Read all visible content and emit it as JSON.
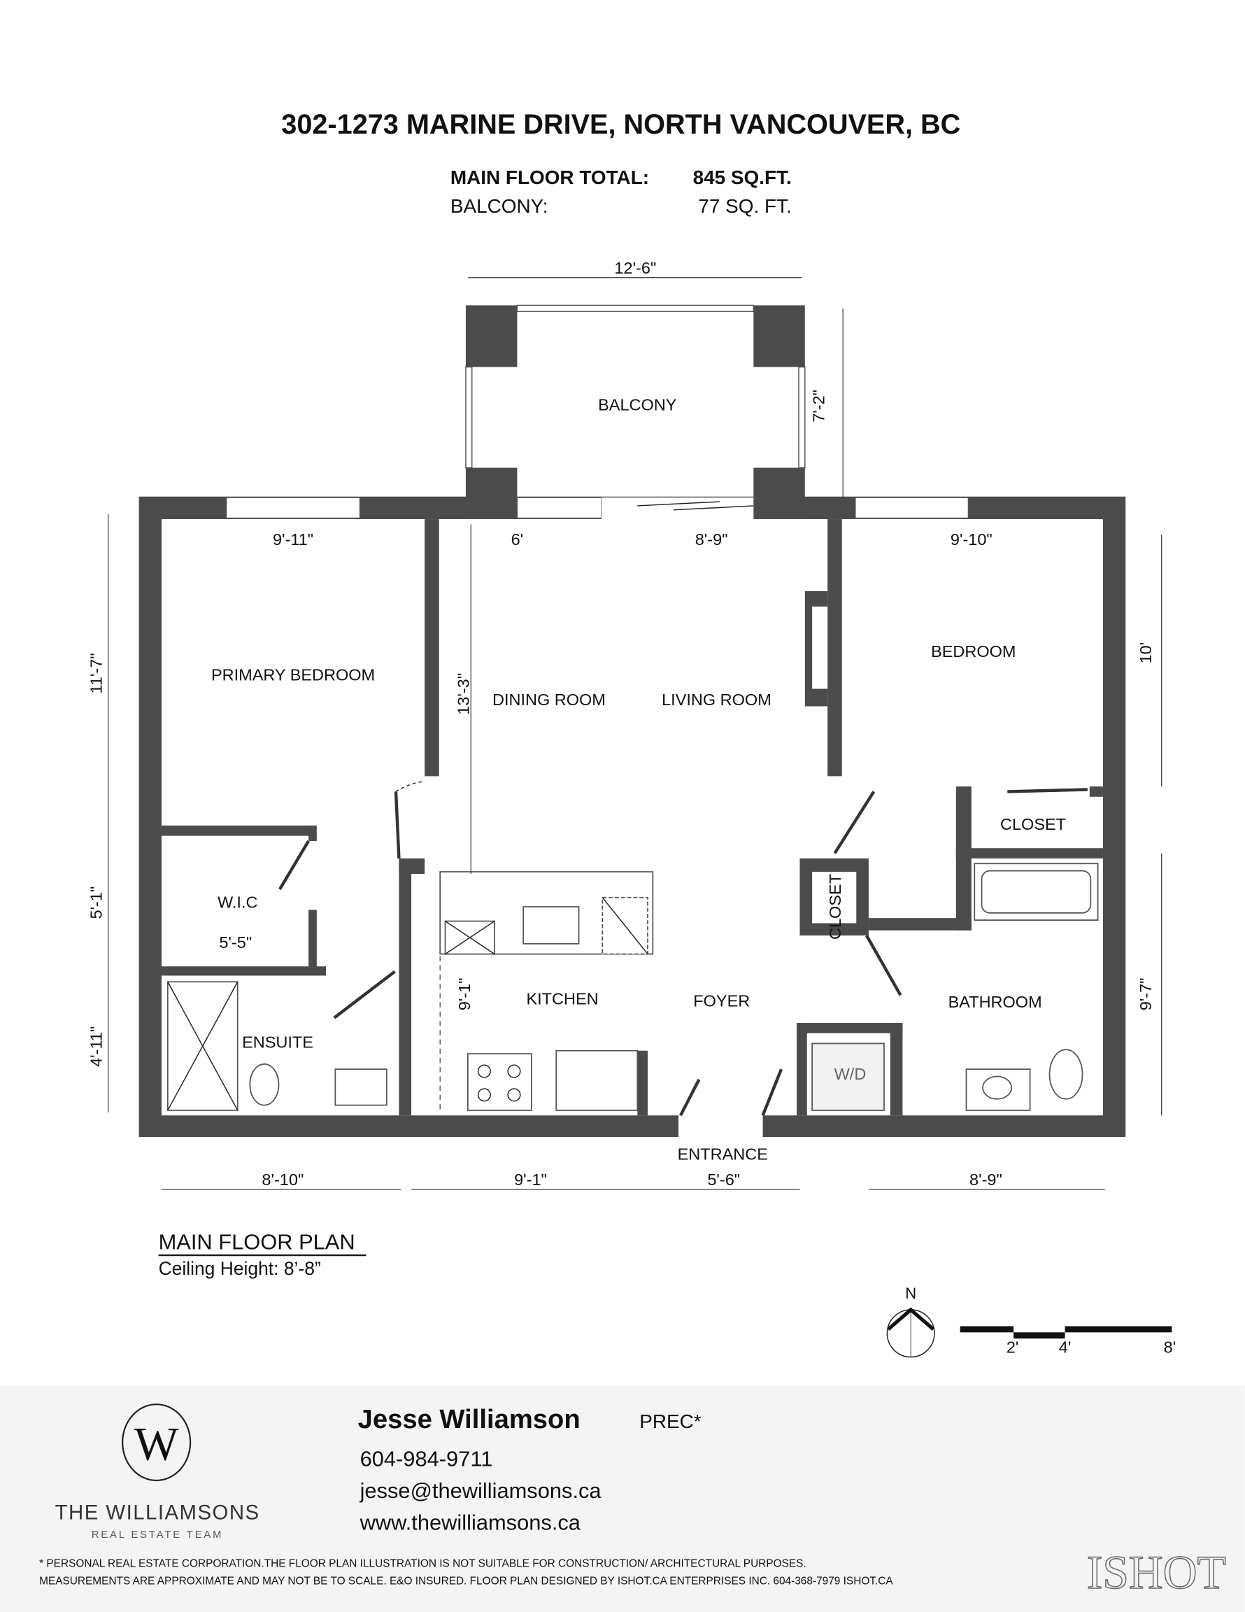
{
  "header": {
    "address": "302-1273 MARINE DRIVE, NORTH VANCOUVER, BC",
    "main_floor_label": "MAIN FLOOR TOTAL:",
    "main_floor_value": "845 SQ.FT.",
    "balcony_label": "BALCONY:",
    "balcony_value": "77 SQ. FT."
  },
  "rooms": {
    "balcony": "BALCONY",
    "primary_bedroom": "PRIMARY BEDROOM",
    "dining_room": "DINING ROOM",
    "living_room": "LIVING ROOM",
    "bedroom": "BEDROOM",
    "closet_bedroom": "CLOSET",
    "closet_hall": "CLOSET",
    "wic": "W.I.C",
    "kitchen": "KITCHEN",
    "foyer": "FOYER",
    "bathroom": "BATHROOM",
    "ensuite": "ENSUITE",
    "wd": "W/D",
    "entrance": "ENTRANCE"
  },
  "dimensions": {
    "balcony_width": "12'-6\"",
    "balcony_depth": "7'-2\"",
    "primary_width": "9'-11\"",
    "dining_width": "6'",
    "living_width": "8'-9\"",
    "bedroom_width": "9'-10\"",
    "primary_depth": "11'-7\"",
    "living_depth": "13'-3\"",
    "bedroom_depth": "10'",
    "wic_depth": "5'-1\"",
    "wic_width": "5'-5\"",
    "ensuite_depth": "4'-11\"",
    "kitchen_depth": "9'-1\"",
    "bathroom_depth": "9'-7\"",
    "bottom_ensuite": "8'-10\"",
    "bottom_kitchen": "9'-1\"",
    "bottom_entrance": "5'-6\"",
    "bottom_bathroom": "8'-9\""
  },
  "plan_caption": {
    "title": "MAIN FLOOR PLAN",
    "ceiling": "Ceiling Height: 8’-8”"
  },
  "compass": {
    "label": "N"
  },
  "scale_bar": {
    "ticks": [
      "2'",
      "4'",
      "8'"
    ]
  },
  "footer": {
    "logo_letter": "W",
    "brand": "THE WILLIAMSONS",
    "brand_sub": "REAL ESTATE TEAM",
    "agent_name": "Jesse Williamson",
    "agent_suffix": "PREC*",
    "phone": "604-984-9711",
    "email": "jesse@thewilliamsons.ca",
    "website": "www.thewilliamsons.ca",
    "disclaimer_1": "* PERSONAL REAL ESTATE CORPORATION.THE FLOOR PLAN ILLUSTRATION IS NOT SUITABLE FOR CONSTRUCTION/ ARCHITECTURAL PURPOSES.",
    "disclaimer_2": "MEASUREMENTS ARE APPROXIMATE AND MAY NOT BE TO SCALE. E&O INSURED. FLOOR PLAN DESIGNED BY ISHOT.CA ENTERPRISES INC. 604-368-7979  ISHOT.CA",
    "designer_logo": "ISHOT"
  }
}
